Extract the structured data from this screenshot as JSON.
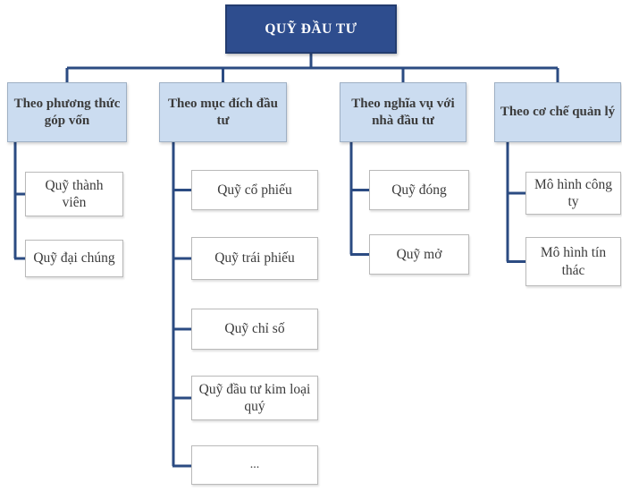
{
  "diagram": {
    "title_node": {
      "label": "QUỸ ĐẦU TƯ"
    },
    "branches": [
      {
        "label": "Theo phương thức góp vốn",
        "children": [
          {
            "label": "Quỹ thành viên"
          },
          {
            "label": "Quỹ đại chúng"
          }
        ]
      },
      {
        "label": "Theo mục đích đầu tư",
        "children": [
          {
            "label": "Quỹ cổ phiếu"
          },
          {
            "label": "Quỹ trái phiếu"
          },
          {
            "label": "Quỹ chỉ số"
          },
          {
            "label": "Quỹ đầu tư kim loại quý"
          },
          {
            "label": "..."
          }
        ]
      },
      {
        "label": "Theo nghĩa vụ với nhà đầu tư",
        "children": [
          {
            "label": "Quỹ đóng"
          },
          {
            "label": "Quỹ mở"
          }
        ]
      },
      {
        "label": "Theo cơ chế quản lý",
        "children": [
          {
            "label": "Mô hình công ty"
          },
          {
            "label": "Mô hình tín thác"
          }
        ]
      }
    ],
    "colors": {
      "root_fill": "#2e4d8e",
      "root_border": "#233c6f",
      "root_text": "#ffffff",
      "branch_fill": "#cbdcf0",
      "branch_border": "#9fb0c4",
      "branch_text": "#3b3b3b",
      "leaf_fill": "#ffffff",
      "leaf_border": "#b9b9b9",
      "leaf_text": "#3b3b3b",
      "connector": "#2b4b82",
      "background": "#ffffff"
    }
  }
}
